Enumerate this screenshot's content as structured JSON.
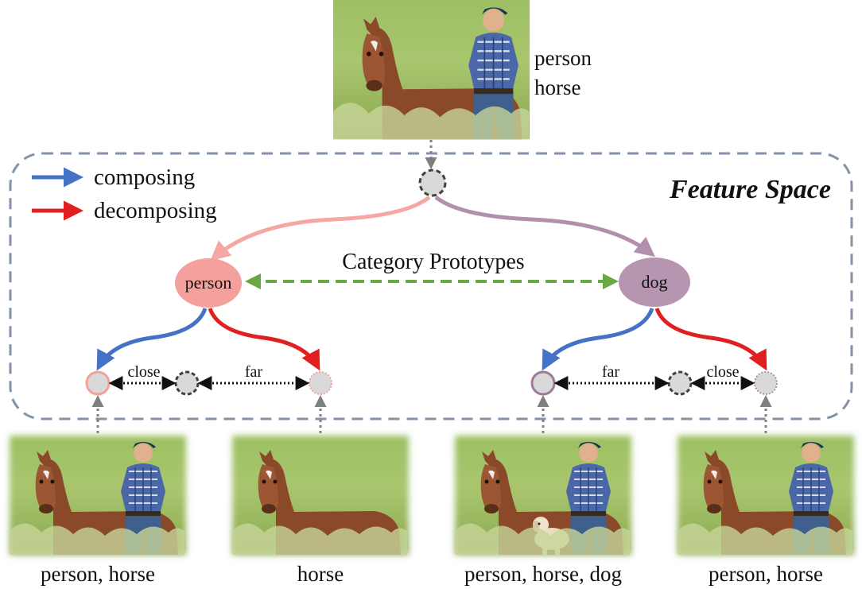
{
  "top_image": {
    "scene": "horse-and-man-in-field",
    "labels": [
      "person",
      "horse"
    ]
  },
  "feature_space": {
    "title": "Feature Space",
    "prototypes_label": "Category Prototypes"
  },
  "legend": {
    "items": [
      {
        "label": "composing",
        "color": "#4472c4"
      },
      {
        "label": "decomposing",
        "color": "#e02020"
      }
    ]
  },
  "prototypes": {
    "left": {
      "label": "person",
      "color": "#f4a09c"
    },
    "right": {
      "label": "dog",
      "color": "#b695b0"
    }
  },
  "relations": {
    "left_close": "close",
    "left_far": "far",
    "right_far": "far",
    "right_close": "close"
  },
  "bottom_images": [
    {
      "caption": "person, horse",
      "scene": "horse-and-man"
    },
    {
      "caption": "horse",
      "scene": "horse-only"
    },
    {
      "caption": "person, horse, dog",
      "scene": "horse-man-dog"
    },
    {
      "caption": "person, horse",
      "scene": "horse-and-man"
    }
  ],
  "colors": {
    "box_dash": "#8392a8",
    "green_arrow": "#6aa843",
    "pink_arrow": "#f4a7a3",
    "purple_arrow": "#b28fad",
    "query_node": "#d9d9d9"
  }
}
